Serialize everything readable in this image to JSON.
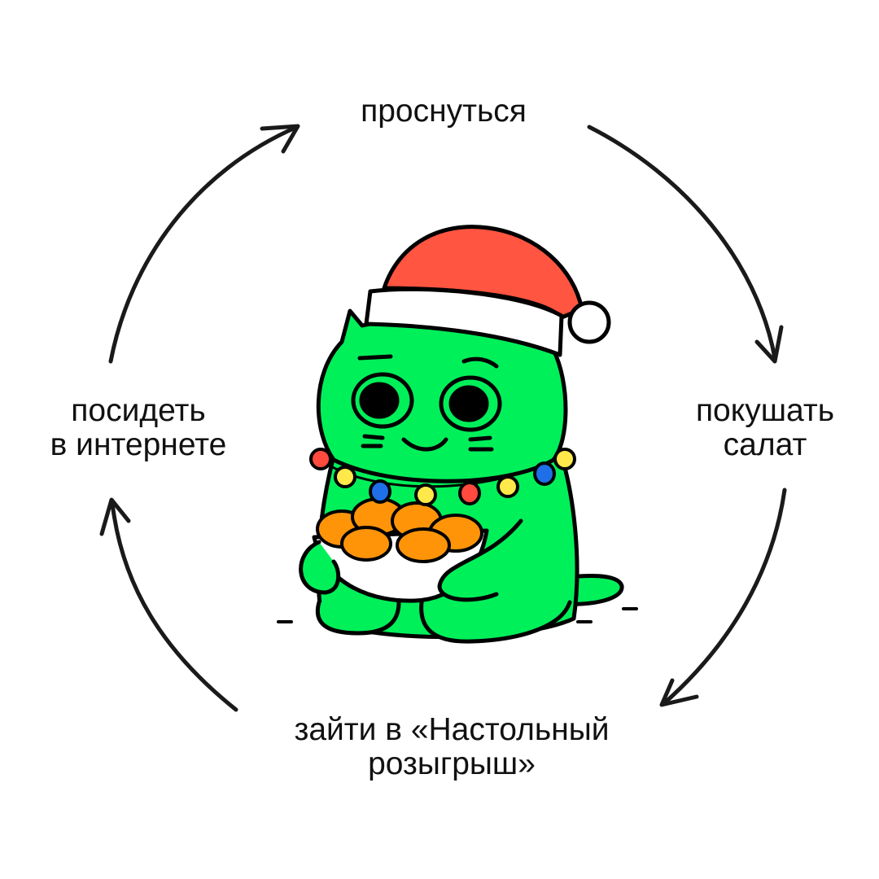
{
  "diagram": {
    "type": "cycle",
    "steps": [
      {
        "id": "top",
        "lines": [
          "проснуться"
        ]
      },
      {
        "id": "right",
        "lines": [
          "покушать",
          "салат"
        ]
      },
      {
        "id": "bottom",
        "lines": [
          "зайти в «Настольный",
          "розыгрыш»"
        ]
      },
      {
        "id": "left",
        "lines": [
          "посидеть",
          "в интернете"
        ]
      }
    ],
    "flow": "clockwise: top → right → bottom → left → top",
    "center_illustration": "green cat in Santa hat with string lights holding bowl of tangerines"
  },
  "colors": {
    "background": "#ffffff",
    "ink": "#111111",
    "cat_green": "#00f05a",
    "hat_red": "#ff5541",
    "tangerine": "#ff9408",
    "light_red": "#ff4a3d",
    "light_yellow": "#ffe94a",
    "light_blue": "#1e6fe8"
  }
}
